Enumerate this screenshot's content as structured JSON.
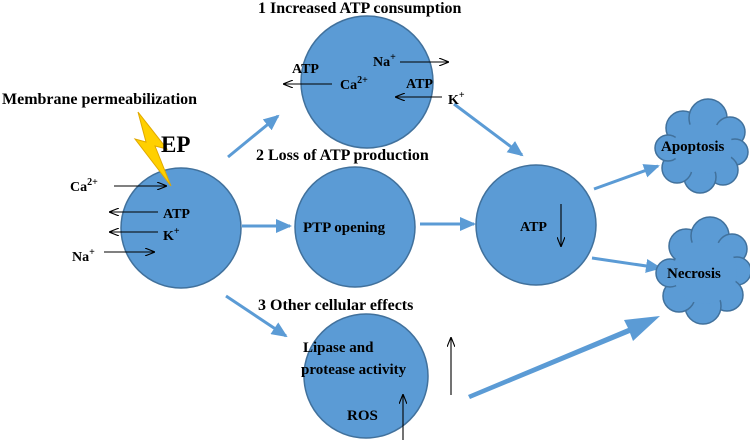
{
  "colors": {
    "circle": "#5B9BD5",
    "circle_edge": "#41719C",
    "flow_arrow": "#5B9BD5",
    "bolt": "#FFD000",
    "text": "#000000"
  },
  "labels": {
    "section1": "1 Increased ATP consumption",
    "section2": "2 Loss of ATP production",
    "section3": "3 Other cellular effects",
    "membrane": "Membrane permeabilization",
    "ep": "EP",
    "pore": {
      "ca": "Ca",
      "ca_sup": "2+",
      "atp": "ATP",
      "k": "K",
      "k_sup": "+",
      "na": "Na",
      "na_sup": "+"
    },
    "consumption": {
      "na": "Na",
      "na_sup": "+",
      "atp_left": "ATP",
      "ca": "Ca",
      "ca_sup": "2+",
      "atp_right": "ATP",
      "k": "K",
      "k_sup": "+"
    },
    "ptp": "PTP opening",
    "atp_level": "ATP",
    "lipase_line1": "Lipase and",
    "lipase_line2": "protease activity",
    "ros": "ROS",
    "apoptosis": "Apoptosis",
    "necrosis": "Necrosis"
  }
}
